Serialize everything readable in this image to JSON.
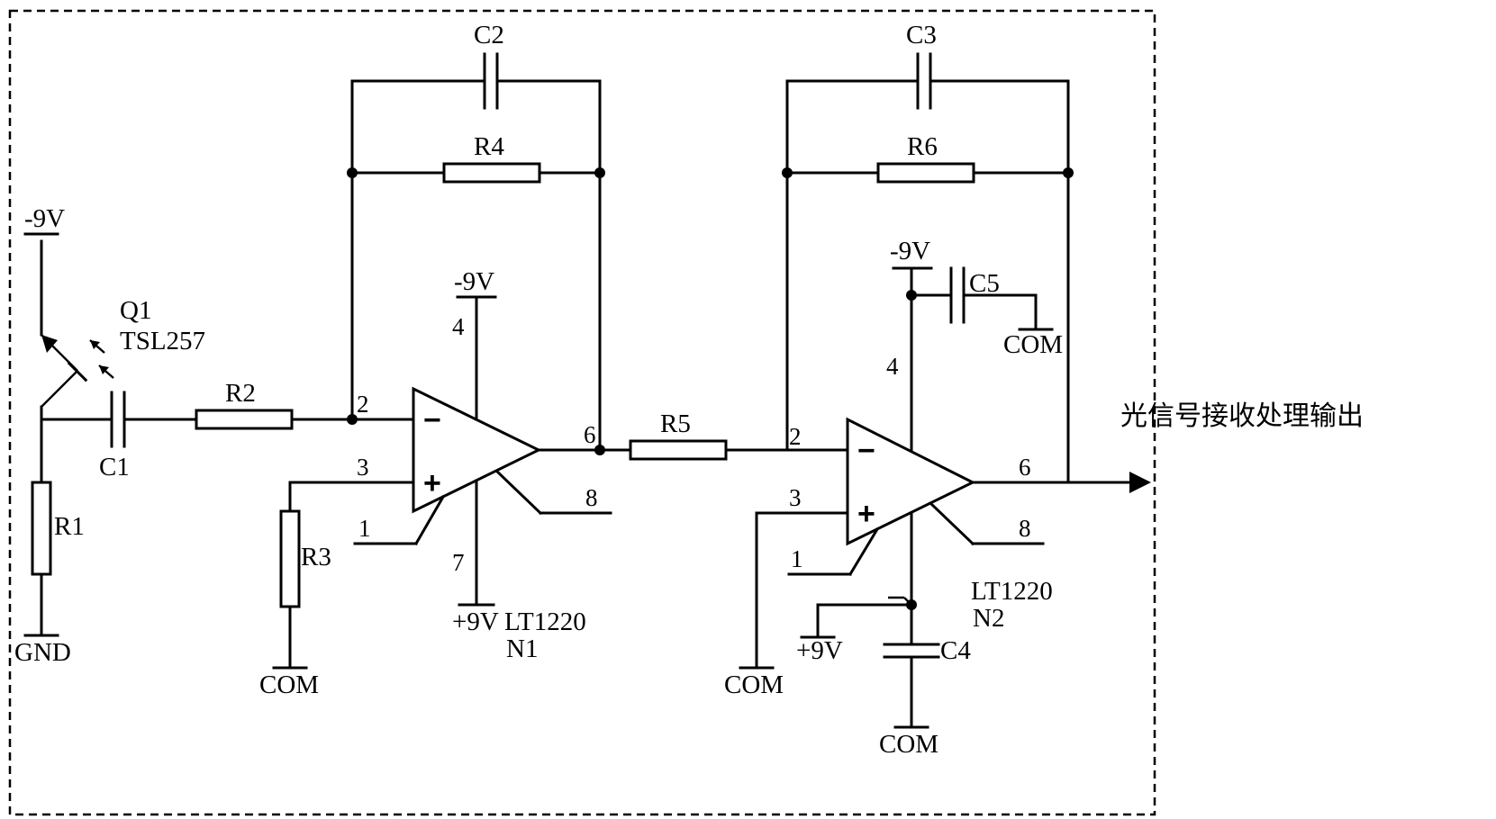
{
  "components": {
    "q1": {
      "ref": "Q1",
      "part": "TSL257"
    },
    "r1": "R1",
    "r2": "R2",
    "r3": "R3",
    "r4": "R4",
    "r5": "R5",
    "r6": "R6",
    "c1": "C1",
    "c2": "C2",
    "c3": "C3",
    "c4": "C4",
    "c5": "C5"
  },
  "opamps": [
    {
      "part": "LT1220",
      "ref": "N1",
      "pins": {
        "inv": "2",
        "noninv": "3",
        "vneg": "4",
        "out": "6",
        "vpos": "7",
        "p1": "1",
        "p8": "8"
      }
    },
    {
      "part": "LT1220",
      "ref": "N2",
      "pins": {
        "inv": "2",
        "noninv": "3",
        "vneg": "4",
        "out": "6",
        "p1": "1",
        "p8": "8"
      }
    }
  ],
  "power": {
    "neg9_q1": "-9V",
    "neg9_n1": "-9V",
    "neg9_n2": "-9V",
    "pos9_n1": "+9V",
    "pos9_n2": "+9V",
    "gnd": "GND",
    "com_r3": "COM",
    "com_n2in": "COM",
    "com_c4": "COM",
    "com_c5": "COM"
  },
  "symbols": {
    "minus": "−",
    "plus": "+"
  },
  "output_label": "光信号接收处理输出"
}
